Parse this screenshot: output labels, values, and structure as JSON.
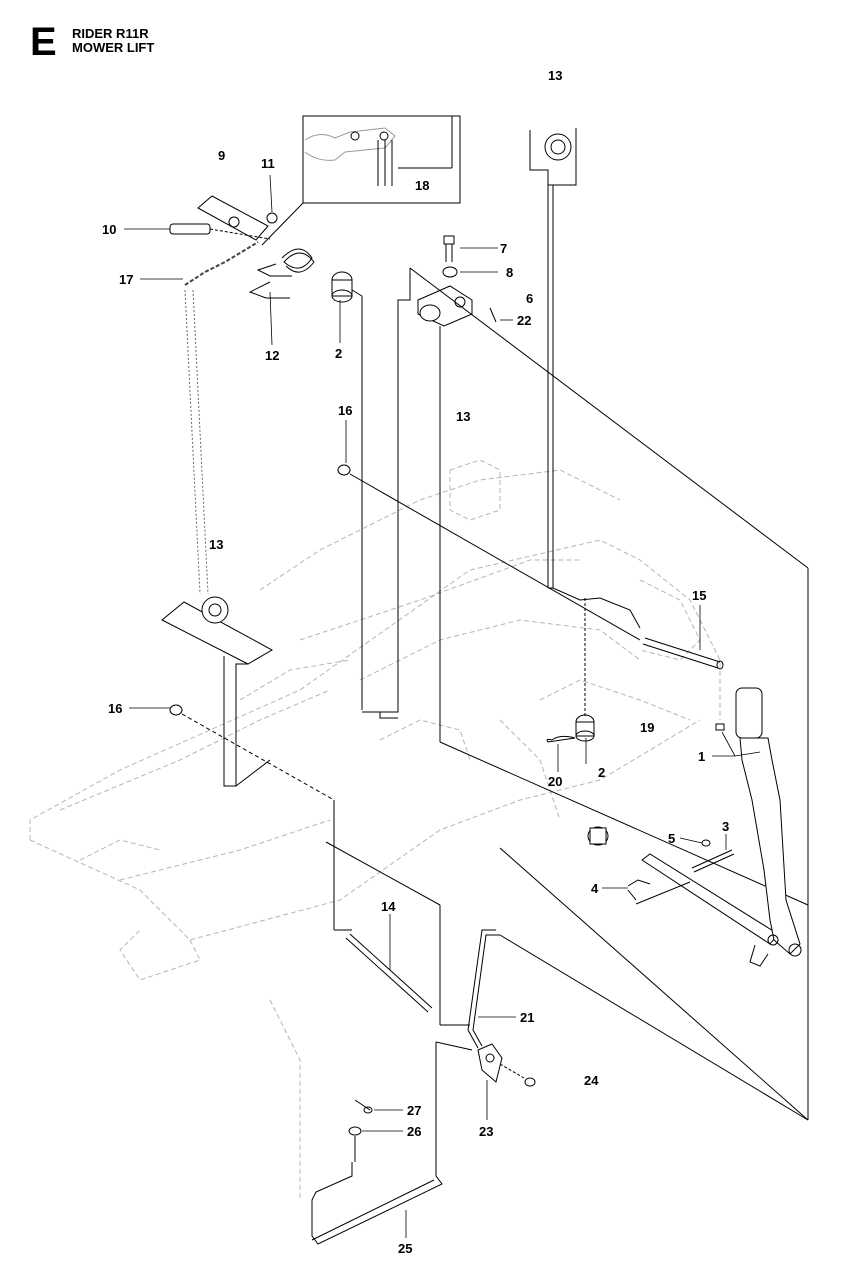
{
  "header": {
    "section_letter": "E",
    "model": "RIDER R11R",
    "assembly": "MOWER LIFT"
  },
  "callouts": [
    {
      "id": "c13a",
      "text": "13"
    },
    {
      "id": "c9",
      "text": "9"
    },
    {
      "id": "c11",
      "text": "11"
    },
    {
      "id": "c18",
      "text": "18"
    },
    {
      "id": "c10",
      "text": "10"
    },
    {
      "id": "c17",
      "text": "17"
    },
    {
      "id": "c12",
      "text": "12"
    },
    {
      "id": "c2a",
      "text": "2"
    },
    {
      "id": "c7",
      "text": "7"
    },
    {
      "id": "c8",
      "text": "8"
    },
    {
      "id": "c6",
      "text": "6"
    },
    {
      "id": "c22",
      "text": "22"
    },
    {
      "id": "c16a",
      "text": "16"
    },
    {
      "id": "c13b",
      "text": "13"
    },
    {
      "id": "c13c",
      "text": "13"
    },
    {
      "id": "c15",
      "text": "15"
    },
    {
      "id": "c16b",
      "text": "16"
    },
    {
      "id": "c19",
      "text": "19"
    },
    {
      "id": "c1",
      "text": "1"
    },
    {
      "id": "c20",
      "text": "20"
    },
    {
      "id": "c2b",
      "text": "2"
    },
    {
      "id": "c5",
      "text": "5"
    },
    {
      "id": "c3",
      "text": "3"
    },
    {
      "id": "c4",
      "text": "4"
    },
    {
      "id": "c14",
      "text": "14"
    },
    {
      "id": "c21",
      "text": "21"
    },
    {
      "id": "c24",
      "text": "24"
    },
    {
      "id": "c27",
      "text": "27"
    },
    {
      "id": "c26",
      "text": "26"
    },
    {
      "id": "c23",
      "text": "23"
    },
    {
      "id": "c25",
      "text": "25"
    }
  ],
  "colors": {
    "line": "#000000",
    "ghost": "#b5b5b5",
    "background": "#ffffff"
  }
}
